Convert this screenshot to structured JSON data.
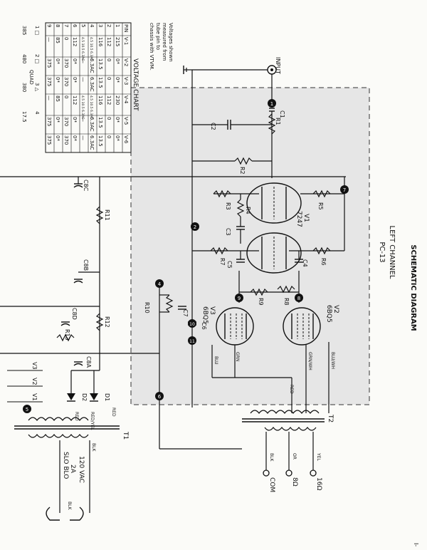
{
  "header": {
    "title": "SCHEMATIC DIAGRAM",
    "channel": "LEFT CHANNEL",
    "board": "PC-13"
  },
  "voltage_note": [
    "Voltages shown",
    "measured from",
    "tube pin to",
    "chassis with VTVM."
  ],
  "voltage_chart": {
    "title": "VOLTAGE CHART",
    "columns": [
      "PIN",
      "V-1",
      "V-2",
      "V-3",
      "V-4",
      "V-5",
      "V-6"
    ],
    "rows": [
      [
        "1",
        "215",
        "0*",
        "0*",
        "230",
        "0*",
        "0*"
      ],
      [
        "2",
        "112",
        "0",
        "0",
        "112",
        "0",
        "0"
      ],
      [
        "3",
        "116",
        "13.5",
        "13.5",
        "116",
        "13.5",
        "13.5"
      ],
      [
        "4",
        "4.5 10.5 6.3AC",
        "6.3AC",
        "6.3AC",
        "4.5 10.5 6.3AC",
        "6.3AC",
        "6.3AC"
      ],
      [
        "5",
        "4.5 10.5 6.3AC",
        "—",
        "—",
        "4.5 10.5 6.3AC",
        "—",
        "—"
      ],
      [
        "6",
        "112",
        "0*",
        "0*",
        "112",
        "0*",
        "0*"
      ],
      [
        "7",
        "0",
        "370",
        "370",
        "0",
        "370",
        "370"
      ],
      [
        "8",
        "85",
        "0*",
        "0*",
        "85",
        "0*",
        "0*"
      ],
      [
        "9",
        "—",
        "375",
        "375",
        "—",
        "375",
        "375"
      ]
    ],
    "footer": [
      "1 □",
      "2 □",
      "3 △",
      "4"
    ],
    "footer_label": "QUAD",
    "footer_values": [
      "385",
      "480",
      "380",
      "17.5"
    ]
  },
  "labels": {
    "input": "INPUT",
    "c1": "C1",
    "r1": "R1",
    "c2": "C2",
    "r2": "R2",
    "r3": "R3",
    "r4": "R4",
    "c3": "C3",
    "r5": "R5",
    "r6": "R6",
    "r7": "R7",
    "c4": "C4",
    "c5": "C5",
    "v1": "V1",
    "v1type": "7247",
    "r8": "R8",
    "r9": "R9",
    "v2": "V2",
    "v2type": "6BQ5",
    "v3": "V3",
    "v3type": "6BQ5",
    "r10": "R10",
    "c7": "C7",
    "c6": "C6",
    "r11": "R11",
    "r12": "R12",
    "r13": "R13",
    "c8c": "C8C",
    "c8b": "C8B",
    "c8d": "C8D",
    "c8a": "C8A",
    "d1": "D1",
    "d2": "D2",
    "t1": "T1",
    "t2": "T2",
    "blu_wh": "BLU/WH",
    "blu": "BLU",
    "grn": "GRN",
    "grn_wh": "GRN/WH",
    "red": "RED",
    "red_yel": "RED/YEL",
    "yel": "YEL",
    "or": "OR",
    "blk": "BLK",
    "out_16": "16Ω",
    "out_8": "8Ω",
    "out_com": "COM",
    "mains": "120 VAC",
    "fuse_a": "2A",
    "fuse_b": "SLO BLO",
    "v3_sock": "V3",
    "v2_sock": "V2",
    "v1_sock": "V1"
  },
  "nodes": [
    "1",
    "2",
    "4",
    "5",
    "6",
    "7",
    "8",
    "9",
    "10",
    "11"
  ],
  "page_mark": "I-"
}
